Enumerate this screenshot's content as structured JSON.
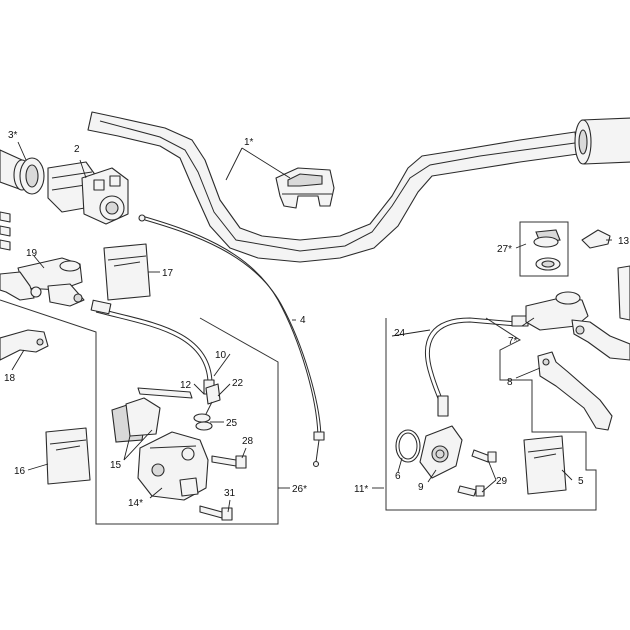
{
  "callouts": {
    "c1": "1*",
    "c2": "2",
    "c3": "3*",
    "c4": "4",
    "c5": "5",
    "c6": "6",
    "c7": "7*",
    "c8": "8",
    "c9": "9",
    "c10": "10",
    "c11": "11*",
    "c12": "12",
    "c13": "13",
    "c14": "14*",
    "c15": "15",
    "c16": "16",
    "c17": "17",
    "c18": "18",
    "c19": "19",
    "c22": "22",
    "c24": "24",
    "c25": "25",
    "c26": "26*",
    "c27": "27*",
    "c28": "28",
    "c29": "29",
    "c31": "31"
  },
  "icons": [
    "handlebar",
    "grip",
    "throttle-housing",
    "brake-lever",
    "master-cylinder",
    "caliper",
    "brake-pads",
    "clutch-lever",
    "slave-cylinder",
    "sachet",
    "cable"
  ]
}
